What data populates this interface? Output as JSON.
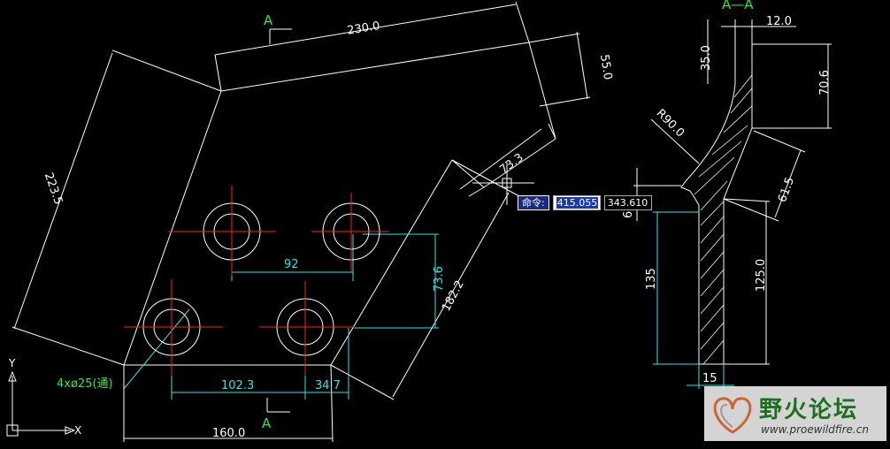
{
  "dims": {
    "top_len": "230.0",
    "top_height": "55.0",
    "left_len": "223.5",
    "angled_tab": "73.3",
    "hole_spacing_top": "92",
    "vertical_spacing": "73.6",
    "slant_len": "182.2",
    "bottom_left_span": "102.3",
    "bottom_right_span": "34.7",
    "base_len": "160.0",
    "hole_note": "4xø25(通)"
  },
  "section": {
    "marker_top": "A",
    "marker_bottom": "A",
    "title": "A—A",
    "width_top": "12.0",
    "height_35": "35.0",
    "radius": "R90.0",
    "height_706": "70.6",
    "small_6": "6",
    "height_135": "135",
    "height_615": "61.5",
    "height_125": "125.0",
    "width_bottom": "15"
  },
  "command": {
    "label": "命令:",
    "x_value": "415.055",
    "y_value": "343.610"
  },
  "ucs": {
    "y_label": "Y",
    "x_label": "X"
  },
  "watermark": {
    "name": "野火论坛",
    "url": "www.proewildfire.cn"
  }
}
